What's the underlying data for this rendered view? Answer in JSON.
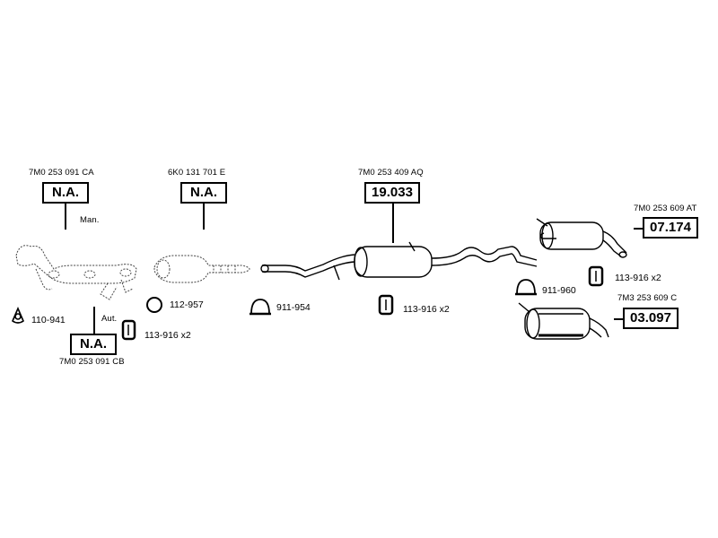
{
  "assemblies": {
    "manifold_man": {
      "ref": "7M0 253 091 CA",
      "code": "N.A.",
      "note": "Man."
    },
    "manifold_aut": {
      "ref": "7M0 253 091 CB",
      "code": "N.A.",
      "note": "Aut."
    },
    "catalyst": {
      "ref": "6K0 131 701 E",
      "code": "N.A."
    },
    "middle_silencer": {
      "ref": "7M0 253 409 AQ",
      "code": "19.033"
    },
    "rear_silencer_1": {
      "ref": "7M0 253 609 AT",
      "code": "07.174"
    },
    "rear_silencer_2": {
      "ref": "7M3 253 609 C",
      "code": "03.097"
    }
  },
  "parts": {
    "p110_941": "110-941",
    "p112_957": "112-957",
    "p113_916_a": "113-916 x2",
    "p911_954": "911-954",
    "p113_916_b": "113-916 x2",
    "p911_960": "911-960",
    "p113_916_c": "113-916 x2"
  }
}
